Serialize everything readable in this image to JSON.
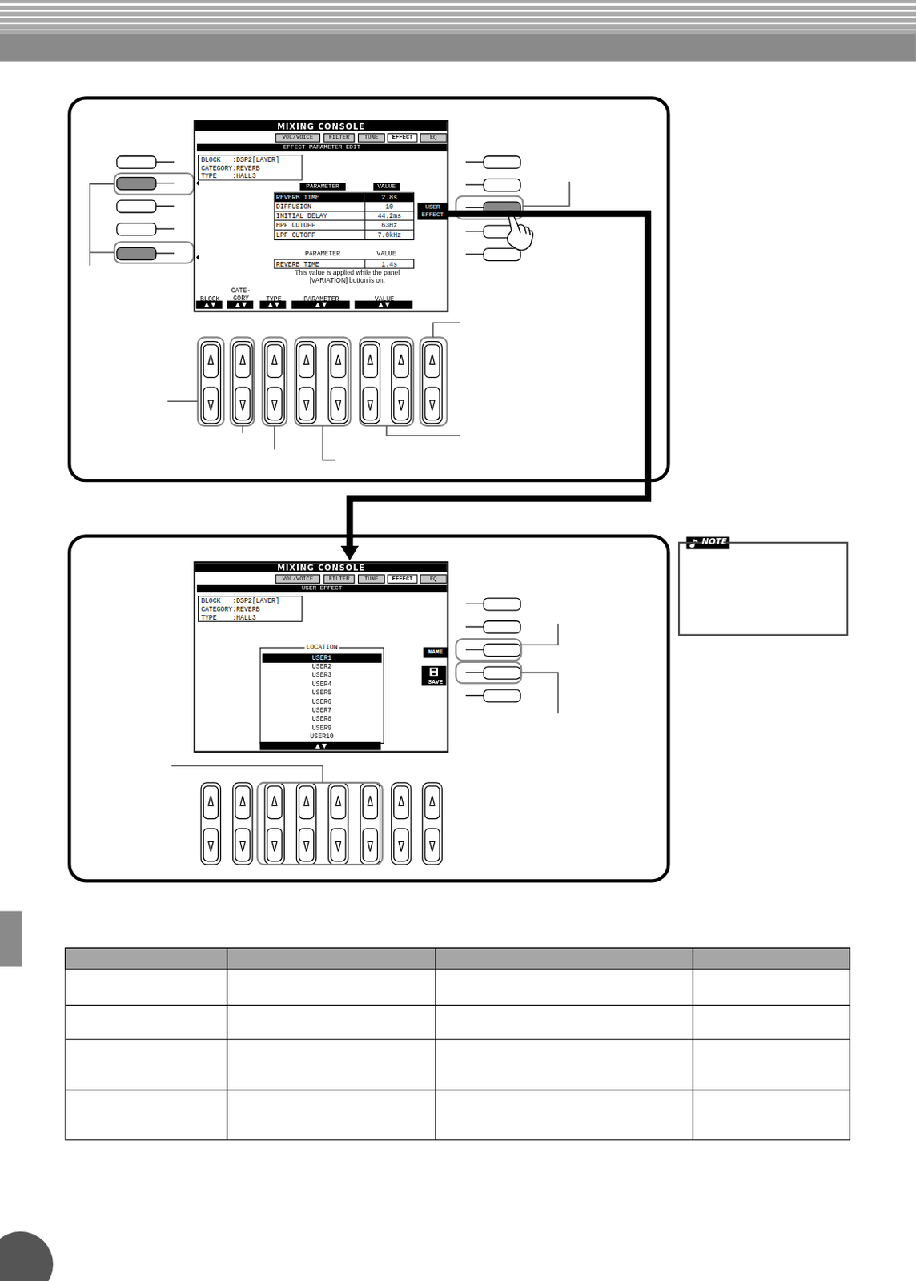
{
  "diagram": {
    "nodes": [
      {
        "text": [
          "MIXING CONSOLE"
        ]
      },
      {
        "text": [
          "VOL/VOICE"
        ],
        "in": 0
      },
      {
        "text": [
          "FILTER"
        ],
        "in": 0
      },
      {
        "text": [
          "TUNE"
        ],
        "in": 0
      },
      {
        "text": [
          "EFFECT"
        ],
        "in": 0
      },
      {
        "text": [
          "EQ"
        ],
        "in": 0
      },
      {
        "text": [
          "EFFECT PARAMETER EDIT"
        ],
        "in": 0
      },
      {
        "text": [
          "BLOCK   :DSP2[LAYER]",
          "CATEGORY:REVERB",
          "TYPE    :HALL3"
        ],
        "in": 0
      },
      {
        "text": [
          "PARAMETER"
        ],
        "in": 0
      },
      {
        "text": [
          "VALUE"
        ],
        "in": 0
      },
      {
        "text": [
          "REVERB TIME",
          "2.8s",
          "DIFFUSION",
          "10",
          "INITIAL DELAY",
          "44.2ms",
          "HPF CUTOFF",
          "63Hz",
          "LPF CUTOFF",
          "7.0kHz"
        ],
        "in": 0
      },
      {
        "text": [
          "USER EFFECT"
        ],
        "in": 0
      },
      {
        "text": [
          "REVERB TIME",
          "1.4s"
        ],
        "in": 0
      },
      {
        "text": [
          "MIXING CONSOLE"
        ]
      },
      {
        "text": [
          "VOL/VOICE"
        ],
        "in": 13
      },
      {
        "text": [
          "FILTER"
        ],
        "in": 13
      },
      {
        "text": [
          "TUNE"
        ],
        "in": 13
      },
      {
        "text": [
          "EFFECT"
        ],
        "in": 13
      },
      {
        "text": [
          "EQ"
        ],
        "in": 13
      },
      {
        "text": [
          "USER EFFECT"
        ],
        "in": 13
      },
      {
        "text": [
          "BLOCK   :DSP2[LAYER]",
          "CATEGORY:REVERB",
          "TYPE    :HALL3"
        ],
        "in": 13
      },
      {
        "text": [
          "LOCATION",
          "USER1",
          "USER2",
          "USER3",
          "USER4",
          "USER5",
          "USER6",
          "USER7",
          "USER8",
          "USER9",
          "USER10"
        ],
        "in": 13
      },
      {
        "text": [
          "NAME"
        ],
        "in": 13
      },
      {
        "text": [
          "SAVE"
        ],
        "in": 13
      },
      {
        "text": [
          "NOTE"
        ]
      }
    ],
    "edges": [
      {
        "from": 11,
        "to": 13,
        "arrow": "to"
      }
    ],
    "labels": [
      "PARAMETER",
      "VALUE",
      "This value is applied while the panel [VARIATION] button is on.",
      "BLOCK",
      "CATE- GORY",
      "TYPE",
      "PARAMETER",
      "VALUE"
    ]
  }
}
